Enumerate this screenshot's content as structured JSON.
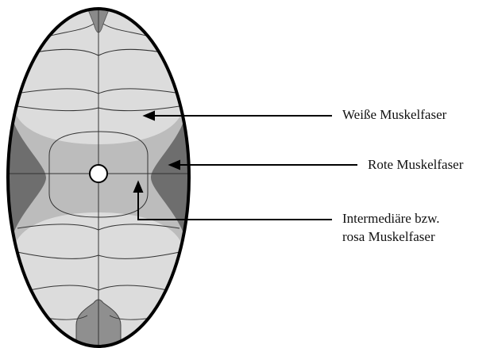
{
  "labels": {
    "white_fiber": "Weiße Muskelfaser",
    "red_fiber": "Rote Muskelfaser",
    "intermediate_line1": "Intermediäre bzw.",
    "intermediate_line2": "rosa  Muskelfaser"
  },
  "colors": {
    "white_fiber": "#d9d9d9",
    "intermediate_fiber": "#b9b9b9",
    "red_fiber": "#6e6e6e",
    "outline": "#000000"
  }
}
